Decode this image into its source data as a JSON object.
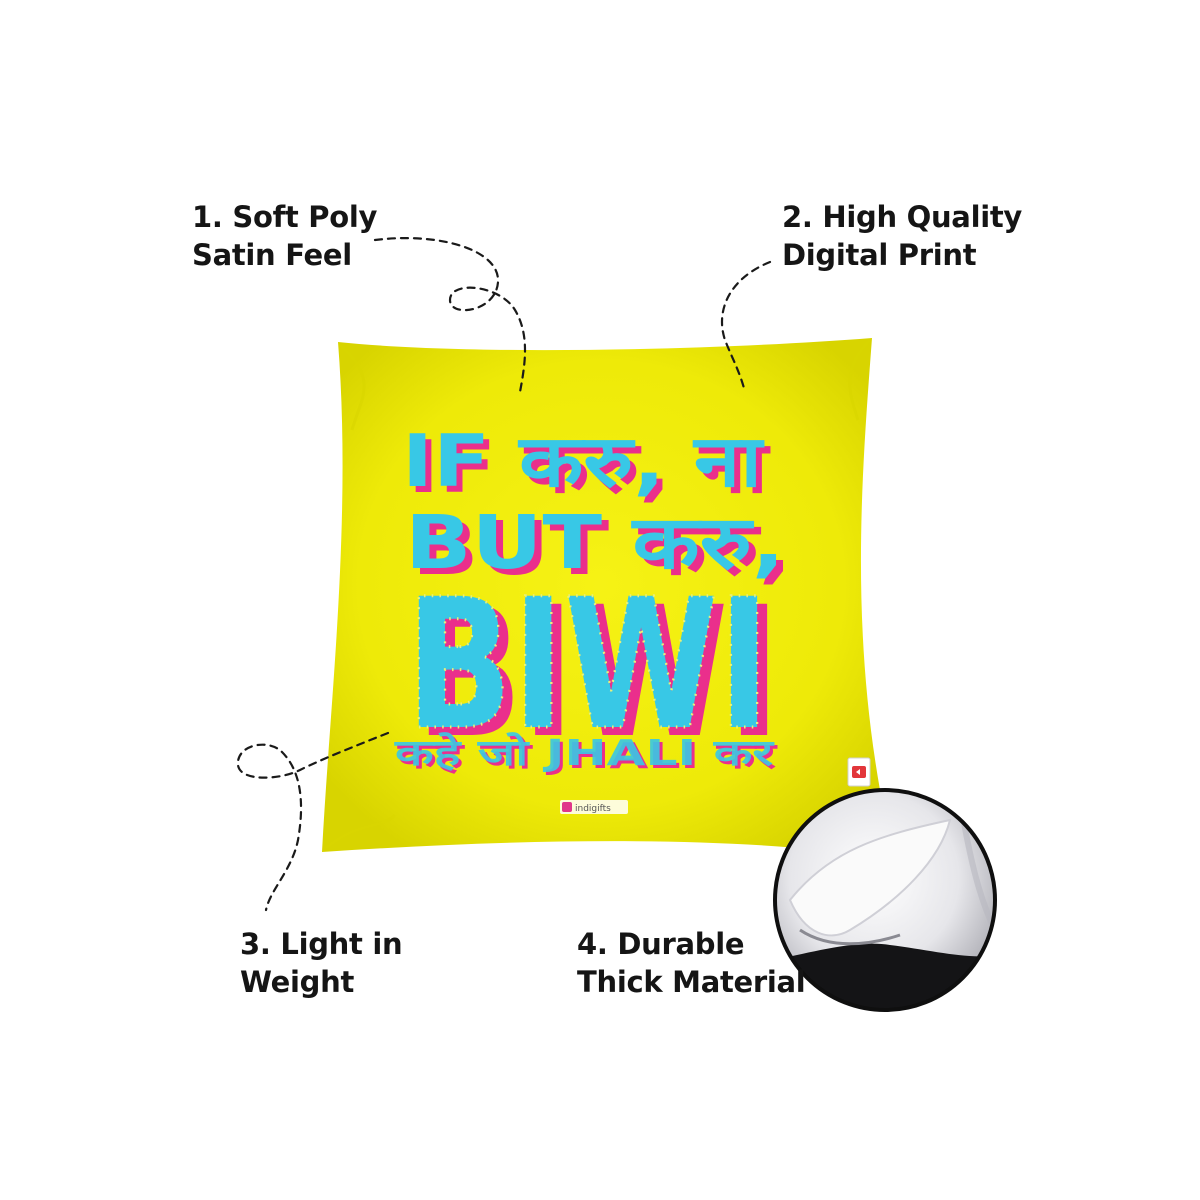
{
  "features": [
    {
      "number": "1.",
      "line1": "1. Soft Poly",
      "line2": "Satin Feel"
    },
    {
      "number": "2.",
      "line1": "2. High Quality",
      "line2": "Digital Print"
    },
    {
      "number": "3.",
      "line1": "3. Light in",
      "line2": "Weight"
    },
    {
      "number": "4.",
      "line1": "4. Durable",
      "line2": "Thick Material"
    }
  ],
  "pillow": {
    "print_lines": [
      "IF करु, ना",
      "BUT करु,",
      "BIWI",
      "कहे जो JHALI कर"
    ],
    "brand_tag": "indigifts",
    "colors": {
      "fabric": "#f2ee0c",
      "letter_face": "#38c8e6",
      "letter_shadow": "#ea2f8c",
      "dots": "#e8f07a"
    }
  },
  "icons": [
    "gift-tag-icon",
    "pillow-corner-closeup"
  ]
}
